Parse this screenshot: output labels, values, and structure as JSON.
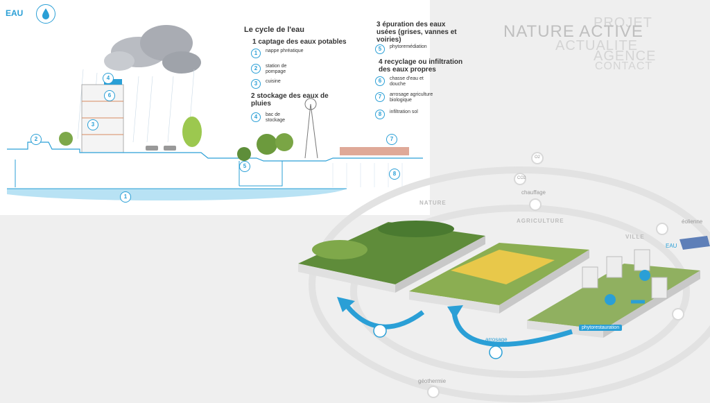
{
  "eau_title": "EAU",
  "heading": "Le cycle de l'eau",
  "groups": {
    "g1": "1 captage des eaux potables",
    "g2": "2 stockage des eaux de pluies",
    "g3": "3 épuration des eaux usées (grises, vannes et voiries)",
    "g4": "4 recyclage ou infiltration des eaux propres"
  },
  "items": [
    {
      "n": "1",
      "text": "nappe phréatique"
    },
    {
      "n": "2",
      "text": "station de pompage"
    },
    {
      "n": "3",
      "text": "cuisine"
    },
    {
      "n": "4",
      "text": "bac de stockage"
    },
    {
      "n": "5",
      "text": "phytoremédiation"
    },
    {
      "n": "6",
      "text": "chasse d'eau et douche"
    },
    {
      "n": "7",
      "text": "arrosage agriculture biologique"
    },
    {
      "n": "8",
      "text": "infiltration sol"
    }
  ],
  "nav": {
    "projet": "PROJET",
    "nature_active": "NATURE ACTIVE",
    "actualite": "ACTUALITE",
    "agence": "AGENCE",
    "contact": "CONTACT"
  },
  "labels": {
    "nature": "NATURE",
    "agriculture": "AGRICULTURE",
    "ville": "VILLE",
    "eau": "EAU",
    "eolienne": "éolienne",
    "chauffage": "chauffage",
    "co2": "CO2",
    "o2": "O2",
    "geothermie": "géothermie",
    "arrosage": "arrosage",
    "phytorestauration": "phytorestauration"
  },
  "colors": {
    "accent": "#2a9fd6",
    "text": "#333333",
    "nav": "#cccccc"
  }
}
